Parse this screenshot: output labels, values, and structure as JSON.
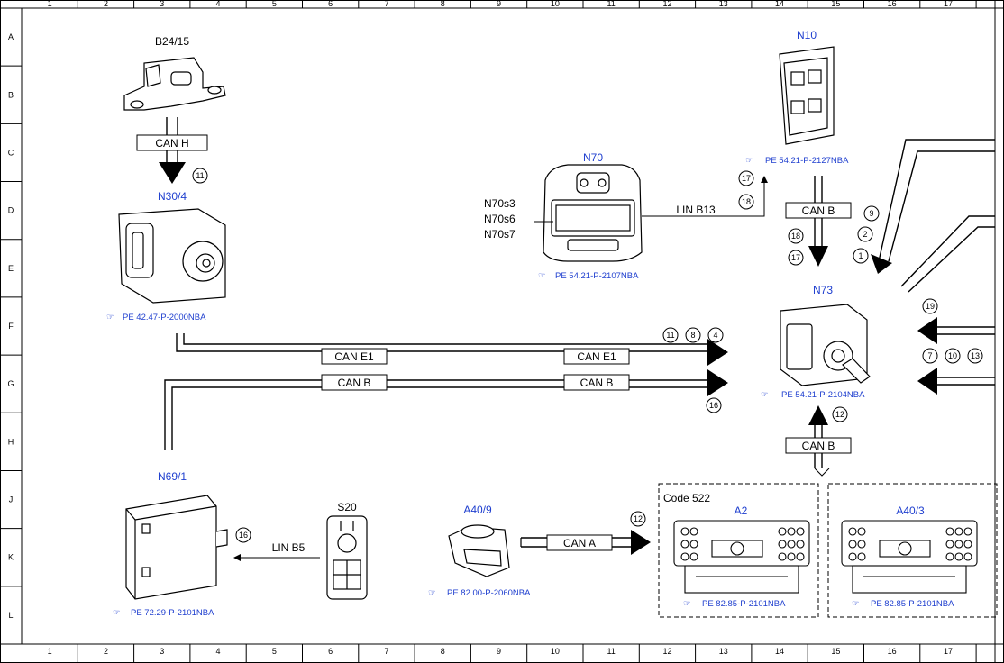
{
  "grid": {
    "columns": [
      "1",
      "2",
      "3",
      "4",
      "5",
      "6",
      "7",
      "8",
      "9",
      "10",
      "11",
      "12",
      "13",
      "14",
      "15",
      "16",
      "17"
    ],
    "rows": [
      "A",
      "B",
      "C",
      "D",
      "E",
      "F",
      "G",
      "H",
      "J",
      "K",
      "L"
    ]
  },
  "components": {
    "b24_15": {
      "label": "B24/15"
    },
    "n30_4": {
      "label": "N30/4",
      "ref": "PE 42.47-P-2000NBA"
    },
    "n70": {
      "label": "N70",
      "ref": "PE 54.21-P-2107NBA",
      "switches": [
        "N70s3",
        "N70s6",
        "N70s7"
      ]
    },
    "n10": {
      "label": "N10",
      "ref": "PE 54.21-P-2127NBA"
    },
    "n73": {
      "label": "N73",
      "ref": "PE 54.21-P-2104NBA"
    },
    "n69_1": {
      "label": "N69/1",
      "ref": "PE 72.29-P-2101NBA"
    },
    "s20": {
      "label": "S20"
    },
    "a40_9": {
      "label": "A40/9",
      "ref": "PE 82.00-P-2060NBA"
    },
    "a2": {
      "label": "A2",
      "ref": "PE 82.85-P-2101NBA",
      "code": "Code 522"
    },
    "a40_3": {
      "label": "A40/3",
      "ref": "PE 82.85-P-2101NBA"
    }
  },
  "buses": {
    "can_h": "CAN H",
    "can_e1": "CAN E1",
    "can_b": "CAN B",
    "can_a": "CAN A",
    "lin_b13": "LIN B13",
    "lin_b5": "LIN B5"
  },
  "markers": {
    "m11_n30": "11",
    "m17_n10": "17",
    "m18_n10": "18",
    "m9": "9",
    "m2": "2",
    "m1": "1",
    "m18_canb": "18",
    "m17_canb": "17",
    "m11_e1": "11",
    "m8_e1": "8",
    "m4_e1": "4",
    "m16_canb": "16",
    "m19": "19",
    "m7": "7",
    "m10": "10",
    "m13": "13",
    "m12_n73": "12",
    "m12_cana": "12",
    "m16_lin": "16"
  },
  "colors": {
    "accent": "#1f3fcf",
    "line": "#000000"
  }
}
